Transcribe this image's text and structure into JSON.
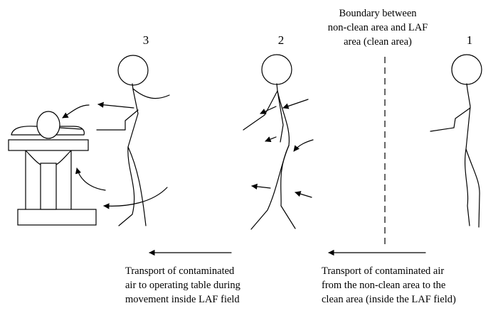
{
  "figures": {
    "fig1_label": "1",
    "fig2_label": "2",
    "fig3_label": "3"
  },
  "boundary": {
    "lines": [
      "Boundary between",
      "non-clean area and LAF",
      "area (clean area)"
    ]
  },
  "captions": {
    "left": [
      "Transport of contaminated",
      "air to operating table during",
      "movement inside LAF field"
    ],
    "right": [
      "Transport of contaminated air",
      "from the non-clean area to the",
      "clean area (inside the LAF field)"
    ]
  },
  "colors": {
    "ink": "#000000",
    "background": "#ffffff"
  }
}
